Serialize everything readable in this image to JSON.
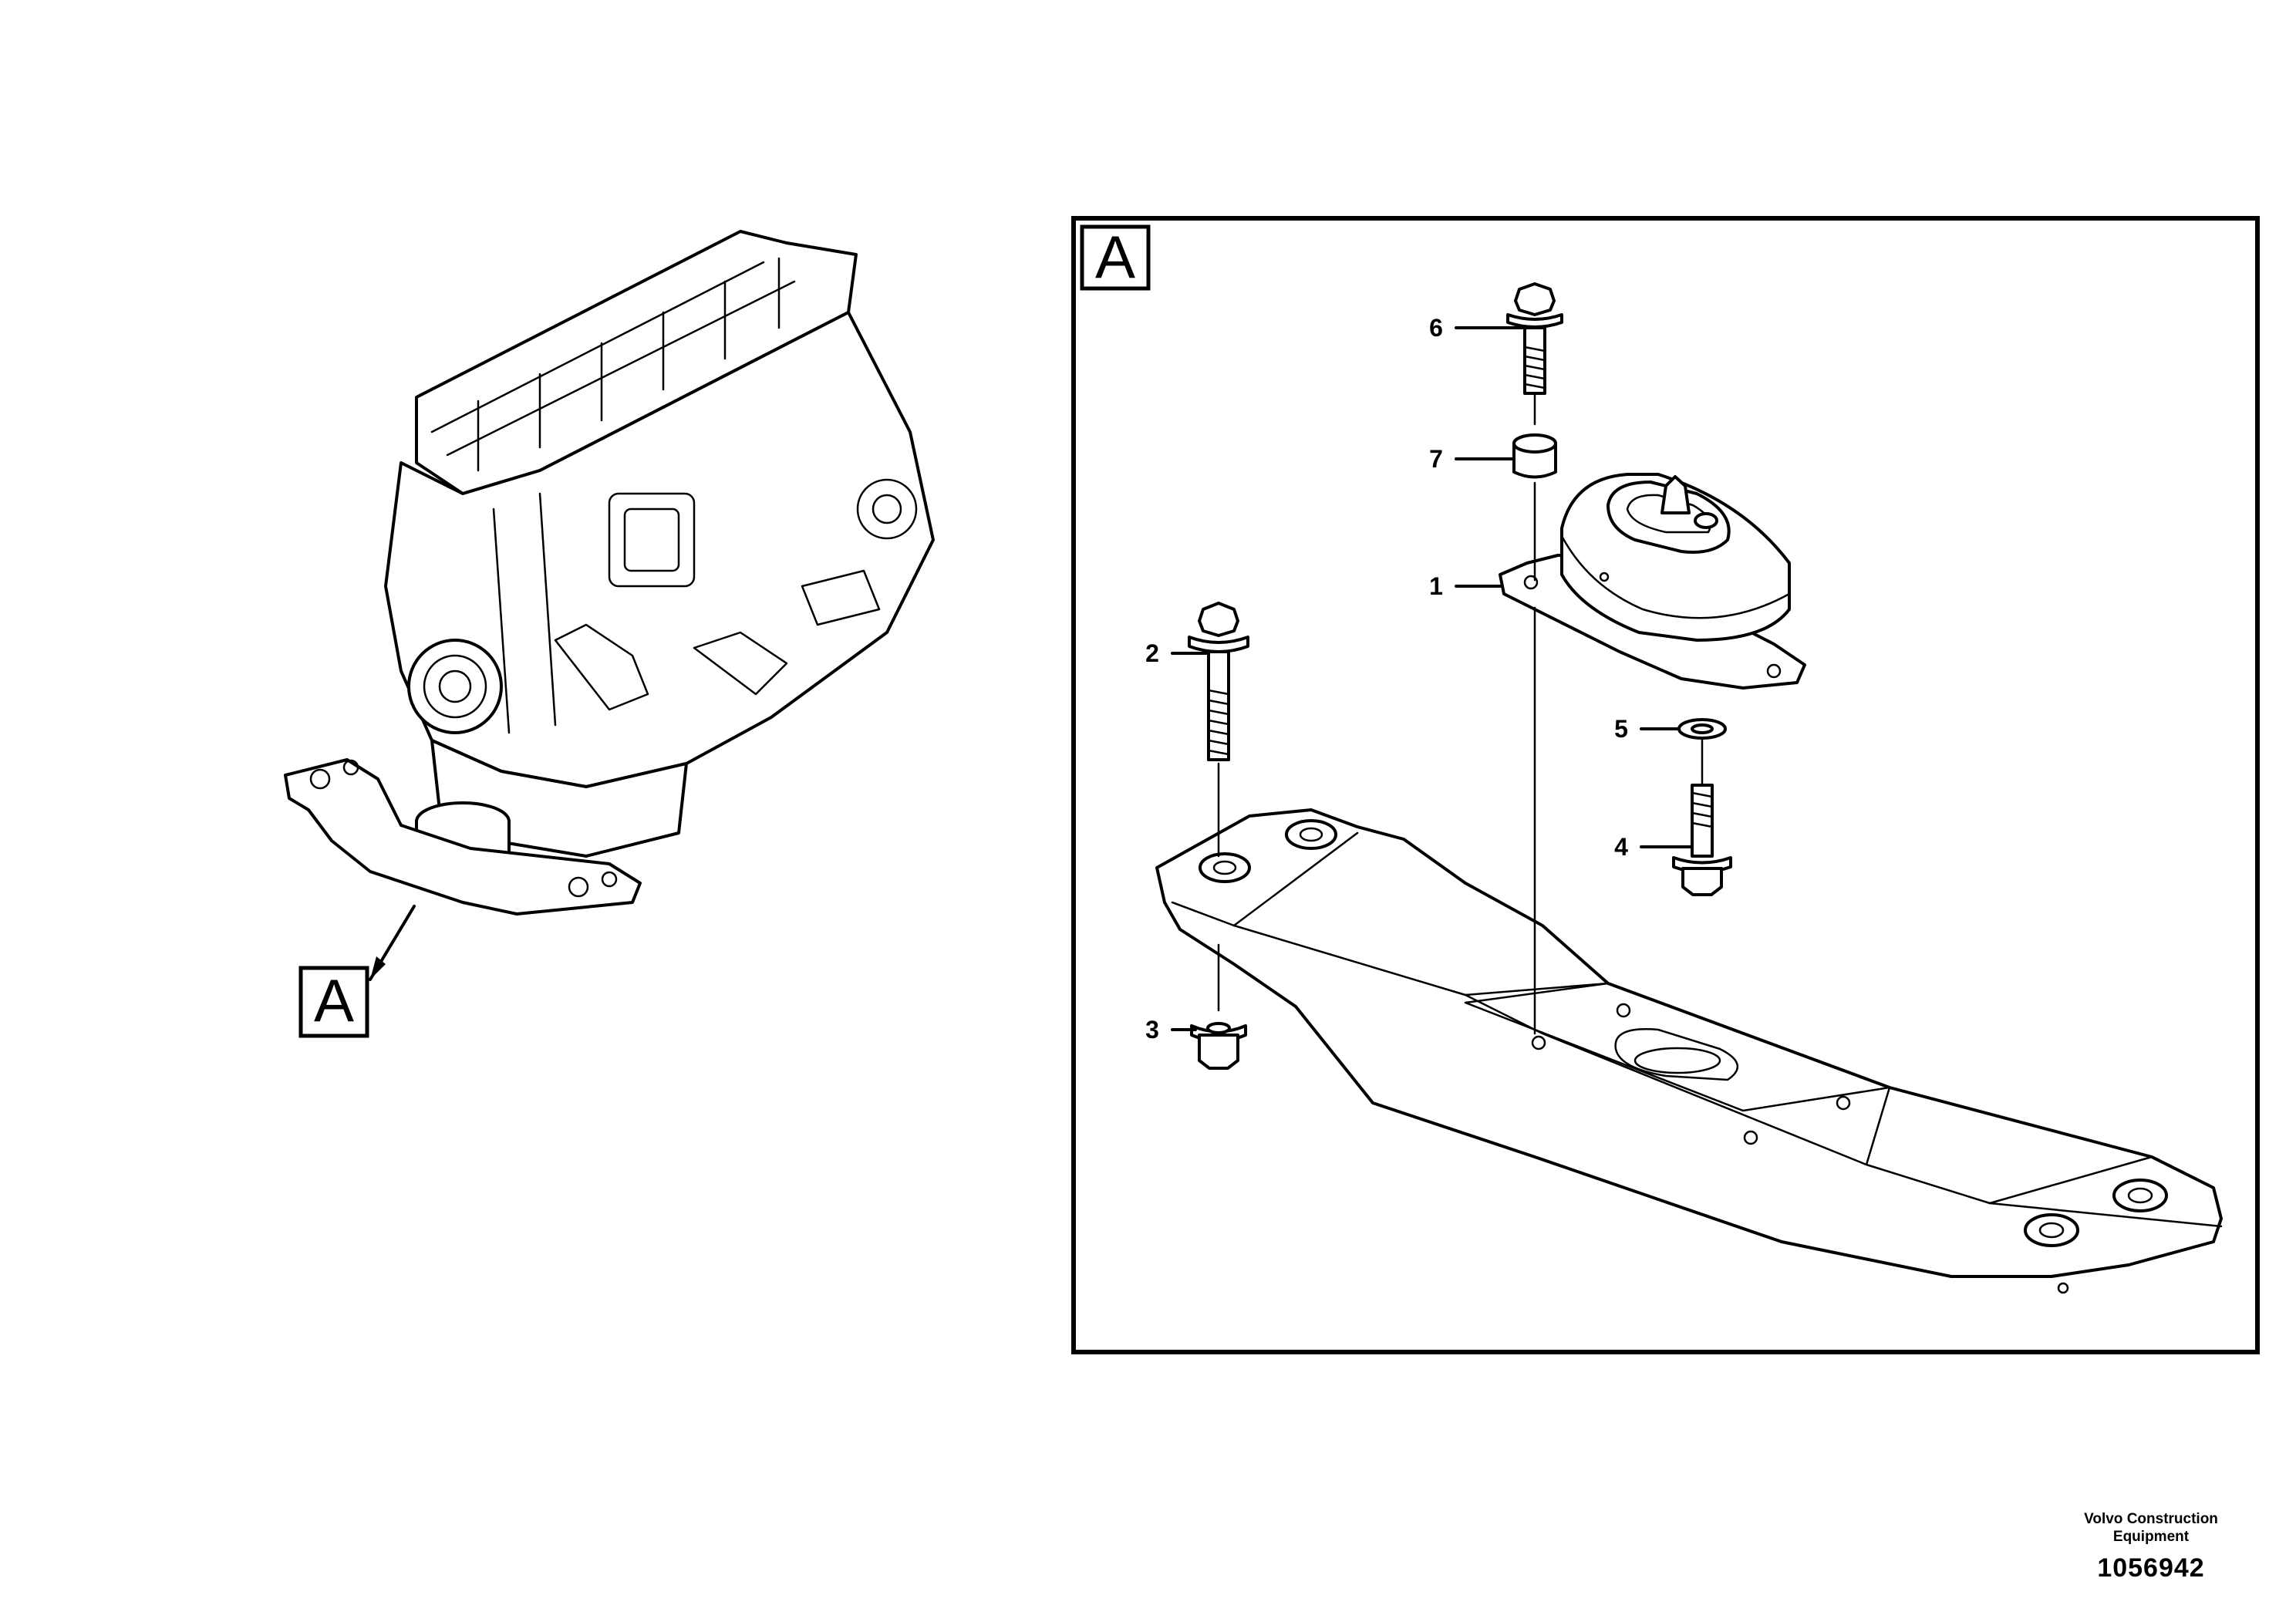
{
  "overview": {
    "view_label": "A"
  },
  "detail_view": {
    "view_label": "A",
    "callouts": [
      {
        "number": "1",
        "part": "engine-mount-cushion"
      },
      {
        "number": "2",
        "part": "flange-bolt-long"
      },
      {
        "number": "3",
        "part": "flange-nut"
      },
      {
        "number": "4",
        "part": "flange-bolt-short"
      },
      {
        "number": "5",
        "part": "washer"
      },
      {
        "number": "6",
        "part": "flange-bolt-top"
      },
      {
        "number": "7",
        "part": "spacer-sleeve"
      }
    ]
  },
  "footer": {
    "brand_line1": "Volvo Construction",
    "brand_line2": "Equipment",
    "drawing_number": "1056942"
  }
}
